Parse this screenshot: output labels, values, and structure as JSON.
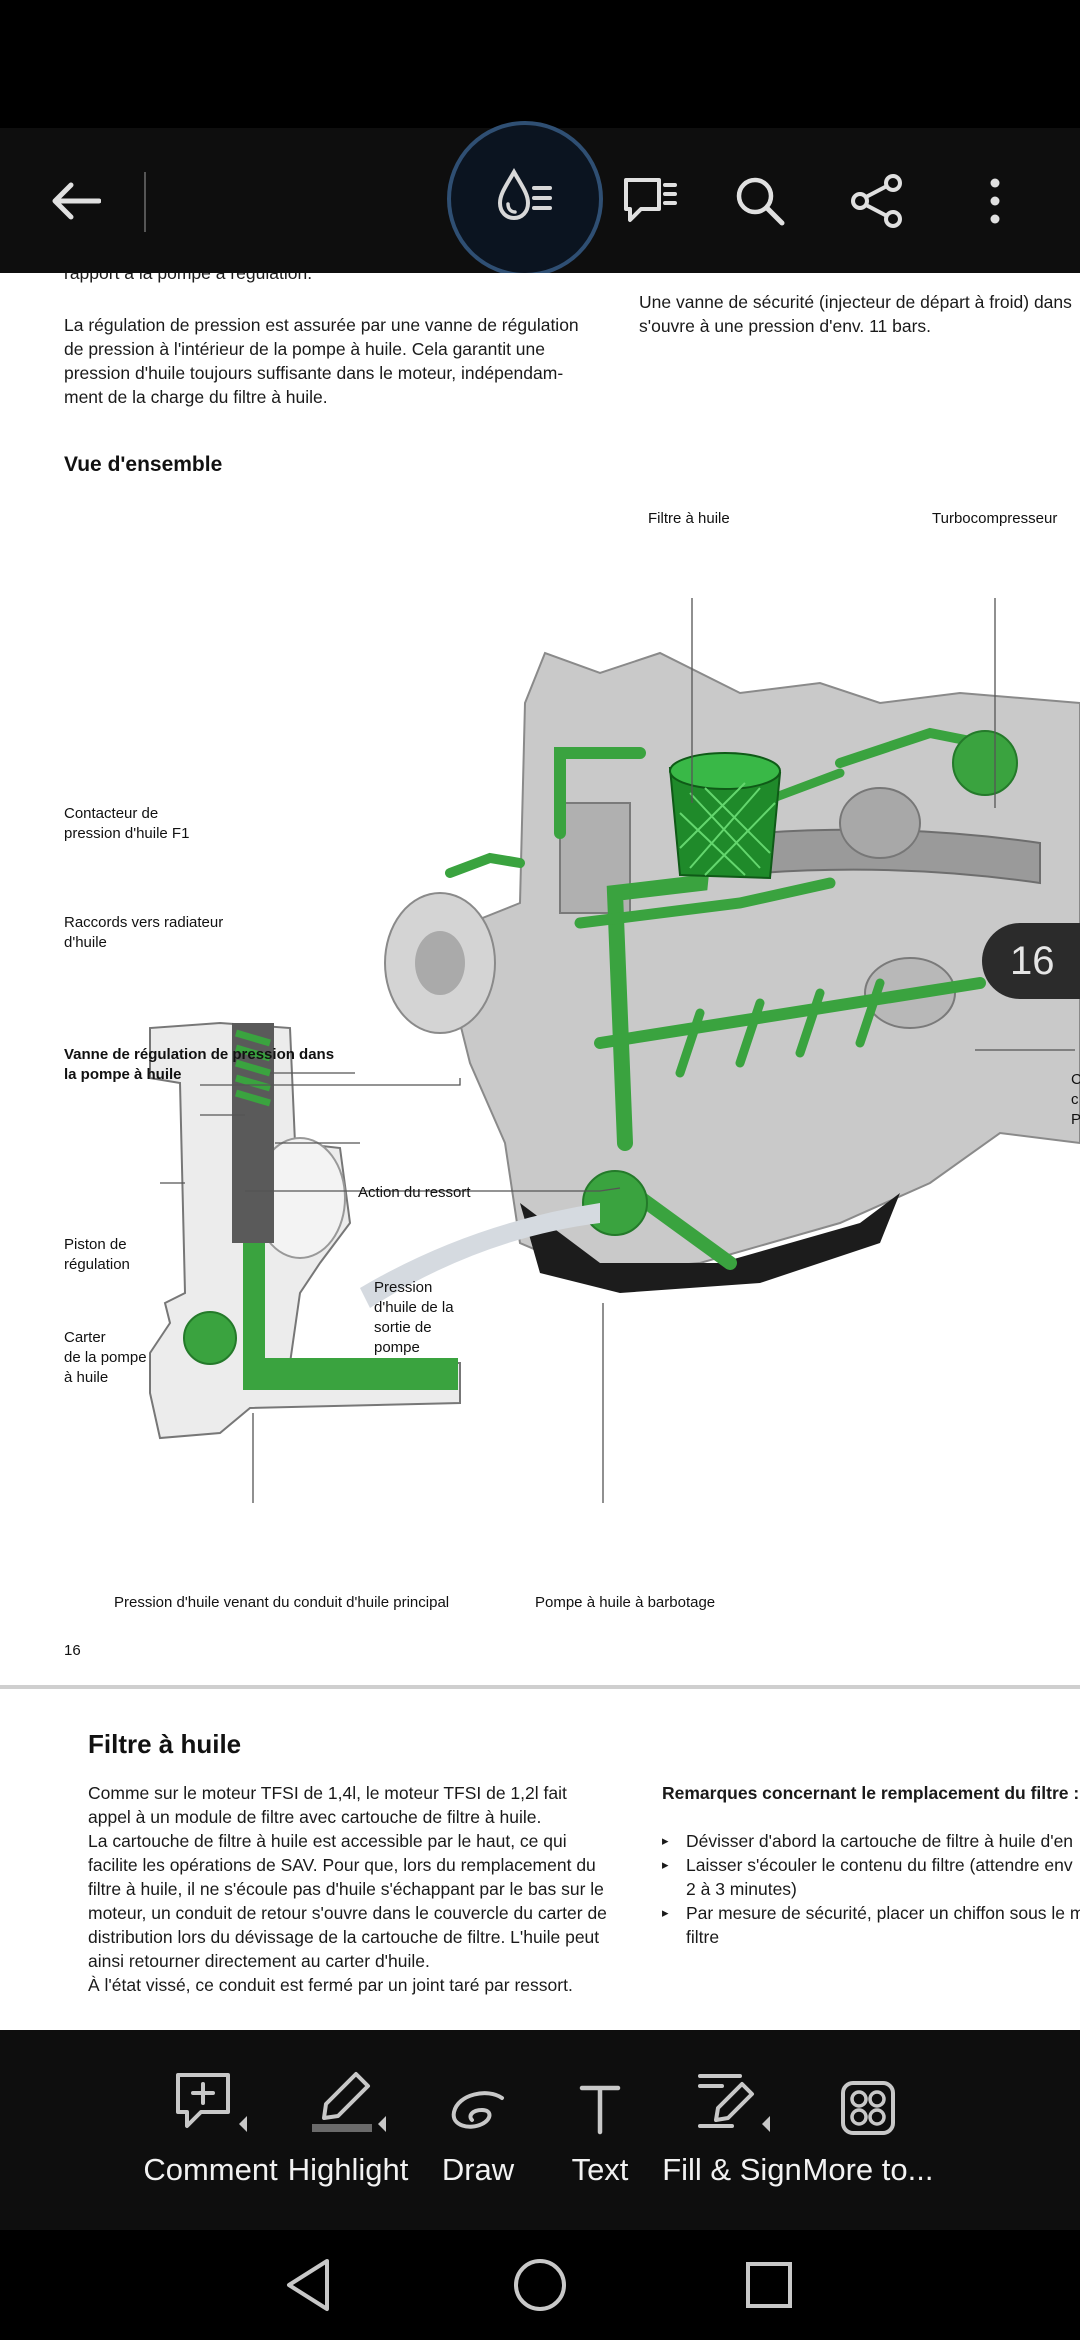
{
  "toolbar": {
    "back": "back-arrow-icon",
    "active": "liquid-mode-icon",
    "items": [
      "comments-icon",
      "search-icon",
      "share-icon",
      "more-vert-icon"
    ]
  },
  "page1": {
    "text_left_cut": "rapport à la pompe à régulation.",
    "text_left": [
      "La régulation de pression est assurée par une vanne de régulation",
      "de pression à l'intérieur de la pompe à huile. Cela garantit une",
      "pression d'huile toujours suffisante dans le moteur, indépendam-",
      "ment de la charge du filtre à huile."
    ],
    "text_right": [
      "Une vanne de sécurité (injecteur de départ à froid) dans",
      "s'ouvre à une pression d'env. 11 bars."
    ],
    "heading": "Vue d'ensemble",
    "labels": {
      "filtre": "Filtre à huile",
      "turbo": "Turbocompresseur",
      "contacteur": [
        "Contacteur de",
        "pression d'huile F1"
      ],
      "raccords": [
        "Raccords vers radiateur",
        "d'huile"
      ],
      "vanne": [
        "Vanne de régulation de pression dans",
        "la pompe à huile"
      ],
      "action": "Action du ressort",
      "piston": [
        "Piston de",
        "régulation"
      ],
      "pression_sortie": [
        "Pression",
        "d'huile de la",
        "sortie de",
        "pompe"
      ],
      "carter": [
        "Carter",
        "de la pompe",
        "à huile"
      ],
      "pression_conduit": "Pression d'huile venant du conduit d'huile principal",
      "pompe": "Pompe à huile à barbotage",
      "edge_c": [
        "C",
        "c",
        "P"
      ]
    },
    "page_number": "16",
    "page_badge": "16"
  },
  "page2": {
    "heading": "Filtre à huile",
    "text_left": [
      "Comme sur le moteur TFSI de 1,4l, le moteur TFSI de 1,2l fait",
      "appel à un module de filtre avec cartouche de filtre à huile.",
      "La cartouche de filtre à huile est accessible par le haut, ce qui",
      "facilite les opérations de SAV. Pour que, lors du remplacement du",
      "filtre à huile, il ne s'écoule pas d'huile s'échappant par le bas sur le",
      "moteur, un conduit de retour s'ouvre dans le couvercle du carter de",
      "distribution lors du dévissage de la cartouche de filtre. L'huile peut",
      "ainsi retourner directement au carter d'huile.",
      "À l'état vissé, ce conduit est fermé par un joint taré par ressort."
    ],
    "remarks_title": "Remarques concernant le remplacement du filtre :",
    "bullets": [
      "Dévisser d'abord la cartouche de filtre à huile d'en",
      "Laisser s'écouler le contenu du filtre (attendre env\n2 à 3 minutes)",
      "Par mesure de sécurité, placer un chiffon sous le m\nfiltre"
    ]
  },
  "bottombar": {
    "tools": [
      {
        "label": "Comment",
        "icon": "comment-add-icon"
      },
      {
        "label": "Highlight",
        "icon": "highlight-pen-icon"
      },
      {
        "label": "Draw",
        "icon": "draw-icon"
      },
      {
        "label": "Text",
        "icon": "text-icon"
      },
      {
        "label": "Fill & Sign",
        "icon": "fill-sign-icon"
      },
      {
        "label": "More to...",
        "icon": "more-tools-icon"
      }
    ]
  },
  "colors": {
    "accent_green": "#3aa33f",
    "engine_grey": "#c9c9c9",
    "halo_blue": "#2f4f73"
  }
}
